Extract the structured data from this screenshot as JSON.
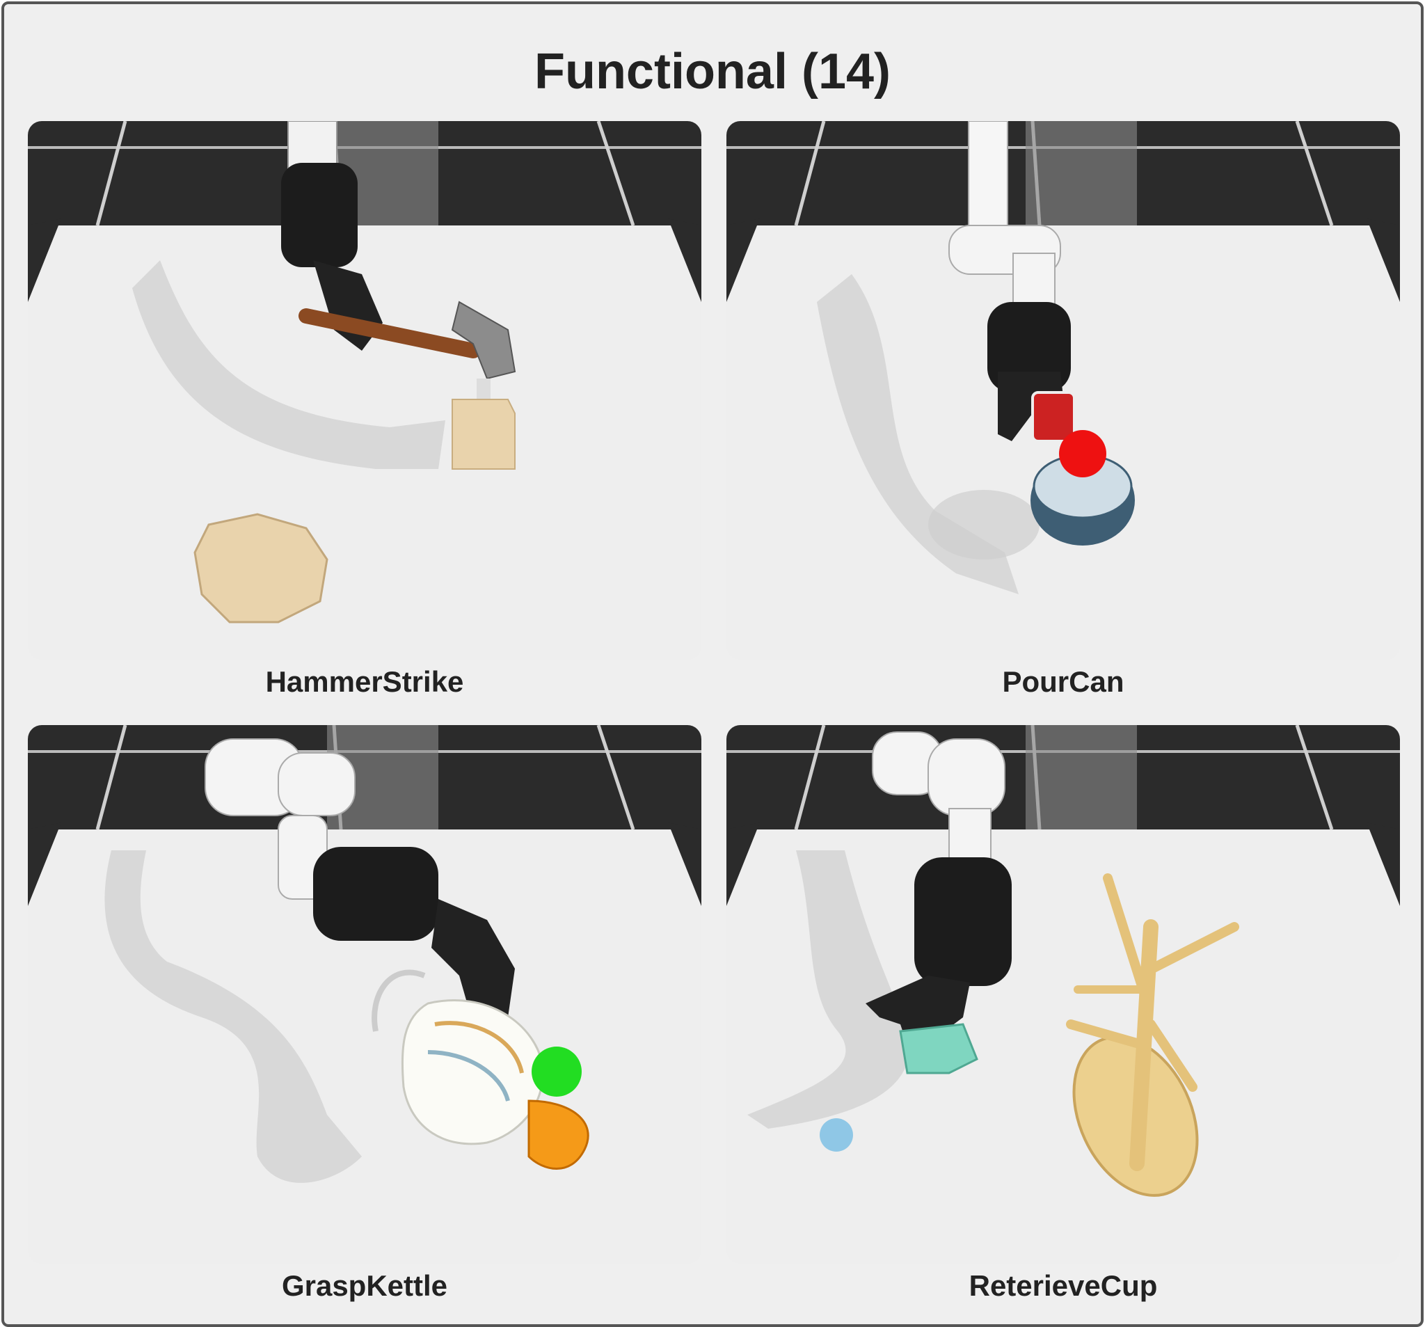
{
  "title": "Functional (14)",
  "panels": [
    {
      "caption": "HammerStrike"
    },
    {
      "caption": "PourCan"
    },
    {
      "caption": "GraspKettle"
    },
    {
      "caption": "ReterieveCup"
    }
  ],
  "colors": {
    "background": "#efefef",
    "border": "#555555",
    "wall": "#2b2b2b",
    "table": "#eeeeee",
    "hand": "#1c1c1c",
    "arm": "#f2f2f2",
    "text": "#222222"
  }
}
